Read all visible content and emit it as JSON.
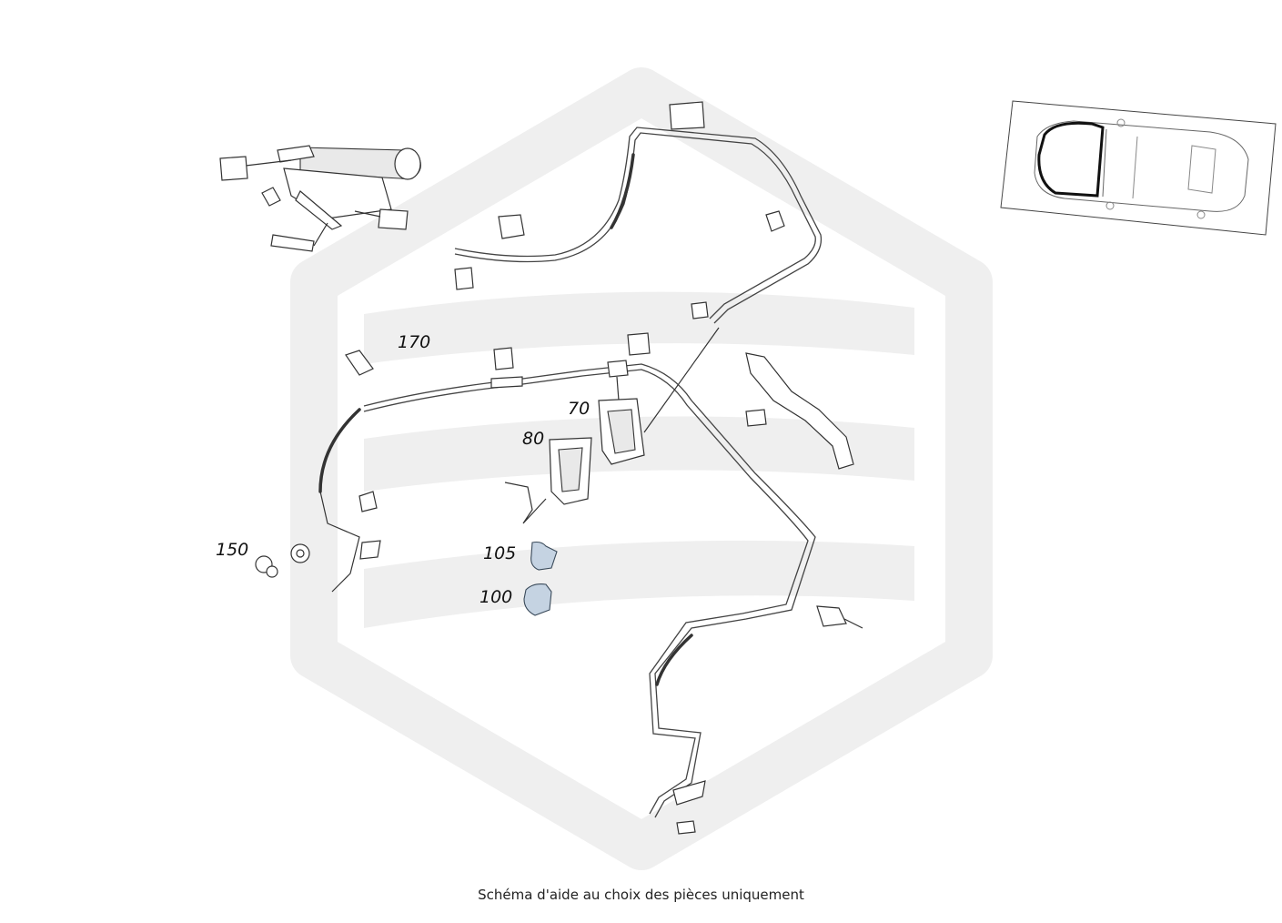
{
  "diagram": {
    "part_labels": [
      {
        "id": "170",
        "text": "170"
      },
      {
        "id": "70",
        "text": "70"
      },
      {
        "id": "80",
        "text": "80"
      },
      {
        "id": "150",
        "text": "150"
      },
      {
        "id": "105",
        "text": "105"
      },
      {
        "id": "100",
        "text": "100"
      }
    ]
  },
  "footer": {
    "note": "Schéma d'aide au choix des pièces uniquement"
  },
  "colors": {
    "watermark": "#efefef",
    "highlight_part": "#c5d3e2",
    "line": "#333333"
  }
}
